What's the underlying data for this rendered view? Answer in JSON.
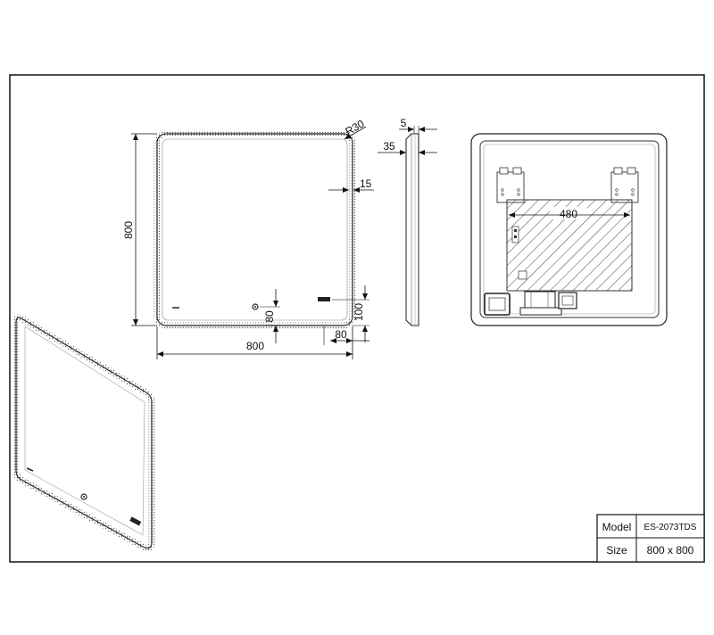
{
  "front_view": {
    "height_label": "800",
    "width_label": "800",
    "radius_label": "R30",
    "led_strip_label": "15",
    "bottom_offset_label": "80",
    "control_height_label": "100",
    "control_side_label": "80"
  },
  "side_view": {
    "thickness_label": "5",
    "depth_label": "35"
  },
  "rear_view": {
    "pad_width_label": "480"
  },
  "title_block": {
    "model_label": "Model",
    "model_value": "ES-2073TDS",
    "size_label": "Size",
    "size_value": "800 x 800"
  }
}
